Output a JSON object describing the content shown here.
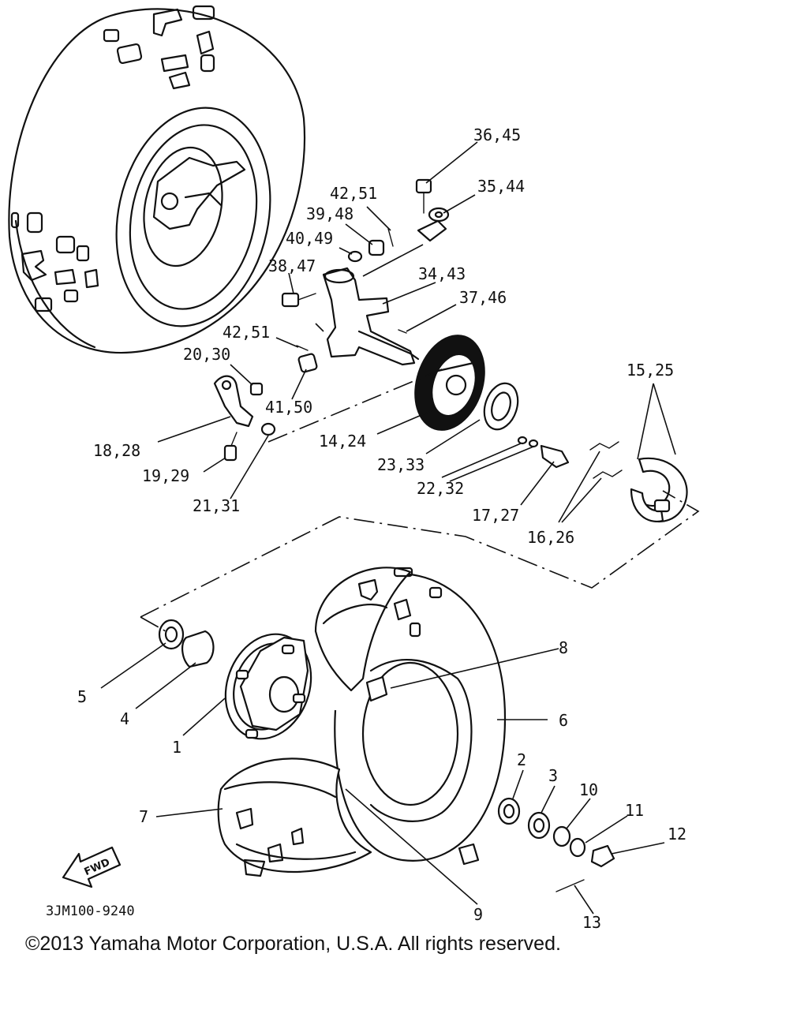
{
  "diagram": {
    "part_labels": {
      "p1": "1",
      "p2": "2",
      "p3": "3",
      "p4": "4",
      "p5": "5",
      "p6": "6",
      "p7": "7",
      "p8": "8",
      "p9": "9",
      "p10": "10",
      "p11": "11",
      "p12": "12",
      "p13": "13",
      "p14_24": "14,24",
      "p15_25": "15,25",
      "p16_26": "16,26",
      "p17_27": "17,27",
      "p18_28": "18,28",
      "p19_29": "19,29",
      "p20_30": "20,30",
      "p21_31": "21,31",
      "p22_32": "22,32",
      "p23_33": "23,33",
      "p34_43": "34,43",
      "p35_44": "35,44",
      "p36_45": "36,45",
      "p37_46": "37,46",
      "p38_47": "38,47",
      "p39_48": "39,48",
      "p40_49": "40,49",
      "p41_50": "41,50",
      "p42_51_upper": "42,51",
      "p42_51_lower": "42,51"
    },
    "direction_badge": "FWD",
    "drawing_code": "3JM100-9240",
    "copyright": "©2013 Yamaha Motor Corporation, U.S.A. All rights reserved.",
    "ink_color": "#111111",
    "background_color": "#ffffff"
  }
}
